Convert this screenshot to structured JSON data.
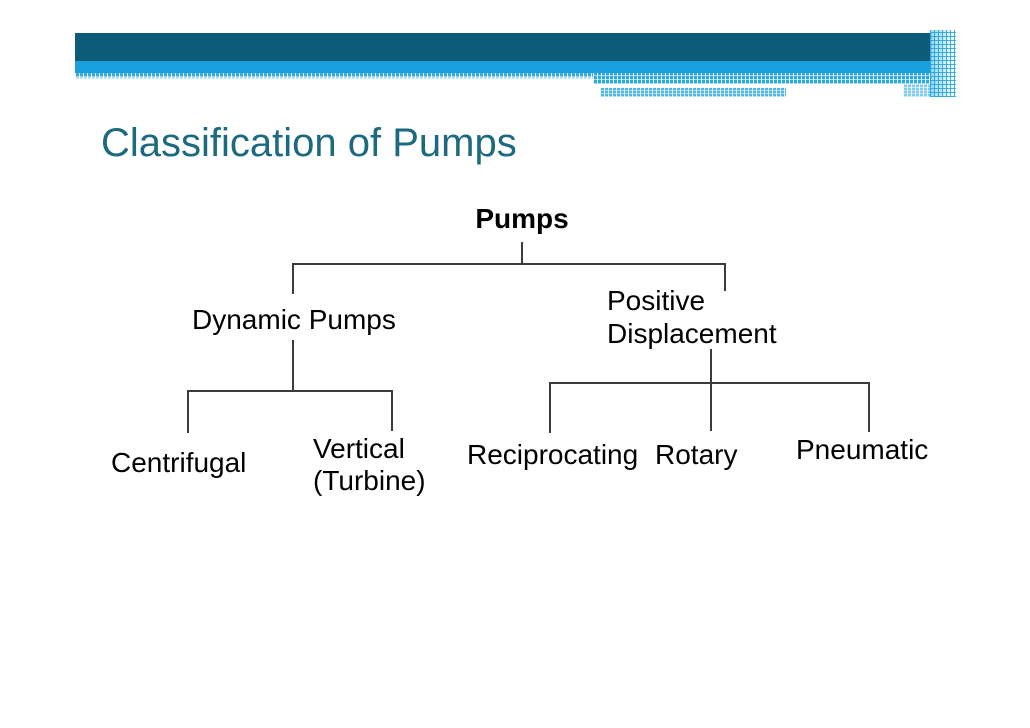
{
  "title": "Classification of Pumps",
  "colors": {
    "title_text": "#1C6A80",
    "header_dark_bar": "#0C5B77",
    "header_blue_bar": "#17A0DB",
    "connector_line": "#3C3C3C",
    "node_text": "#000000"
  },
  "diagram": {
    "type": "tree",
    "hierarchy": {
      "label": "Pumps",
      "children": [
        {
          "label": "Dynamic Pumps",
          "children": [
            {
              "label": "Centrifugal"
            },
            {
              "label": "Vertical (Turbine)"
            }
          ]
        },
        {
          "label": "Positive Displacement",
          "children": [
            {
              "label": "Reciprocating"
            },
            {
              "label": "Rotary"
            },
            {
              "label": "Pneumatic"
            }
          ]
        }
      ]
    },
    "nodes": {
      "root": "Pumps",
      "dynamic": "Dynamic Pumps",
      "positive_line1": "Positive",
      "positive_line2": "Displacement",
      "centrifugal": "Centrifugal",
      "vertical_line1": "Vertical",
      "vertical_line2": "(Turbine)",
      "reciprocating": "Reciprocating",
      "rotary": "Rotary",
      "pneumatic": "Pneumatic"
    }
  }
}
